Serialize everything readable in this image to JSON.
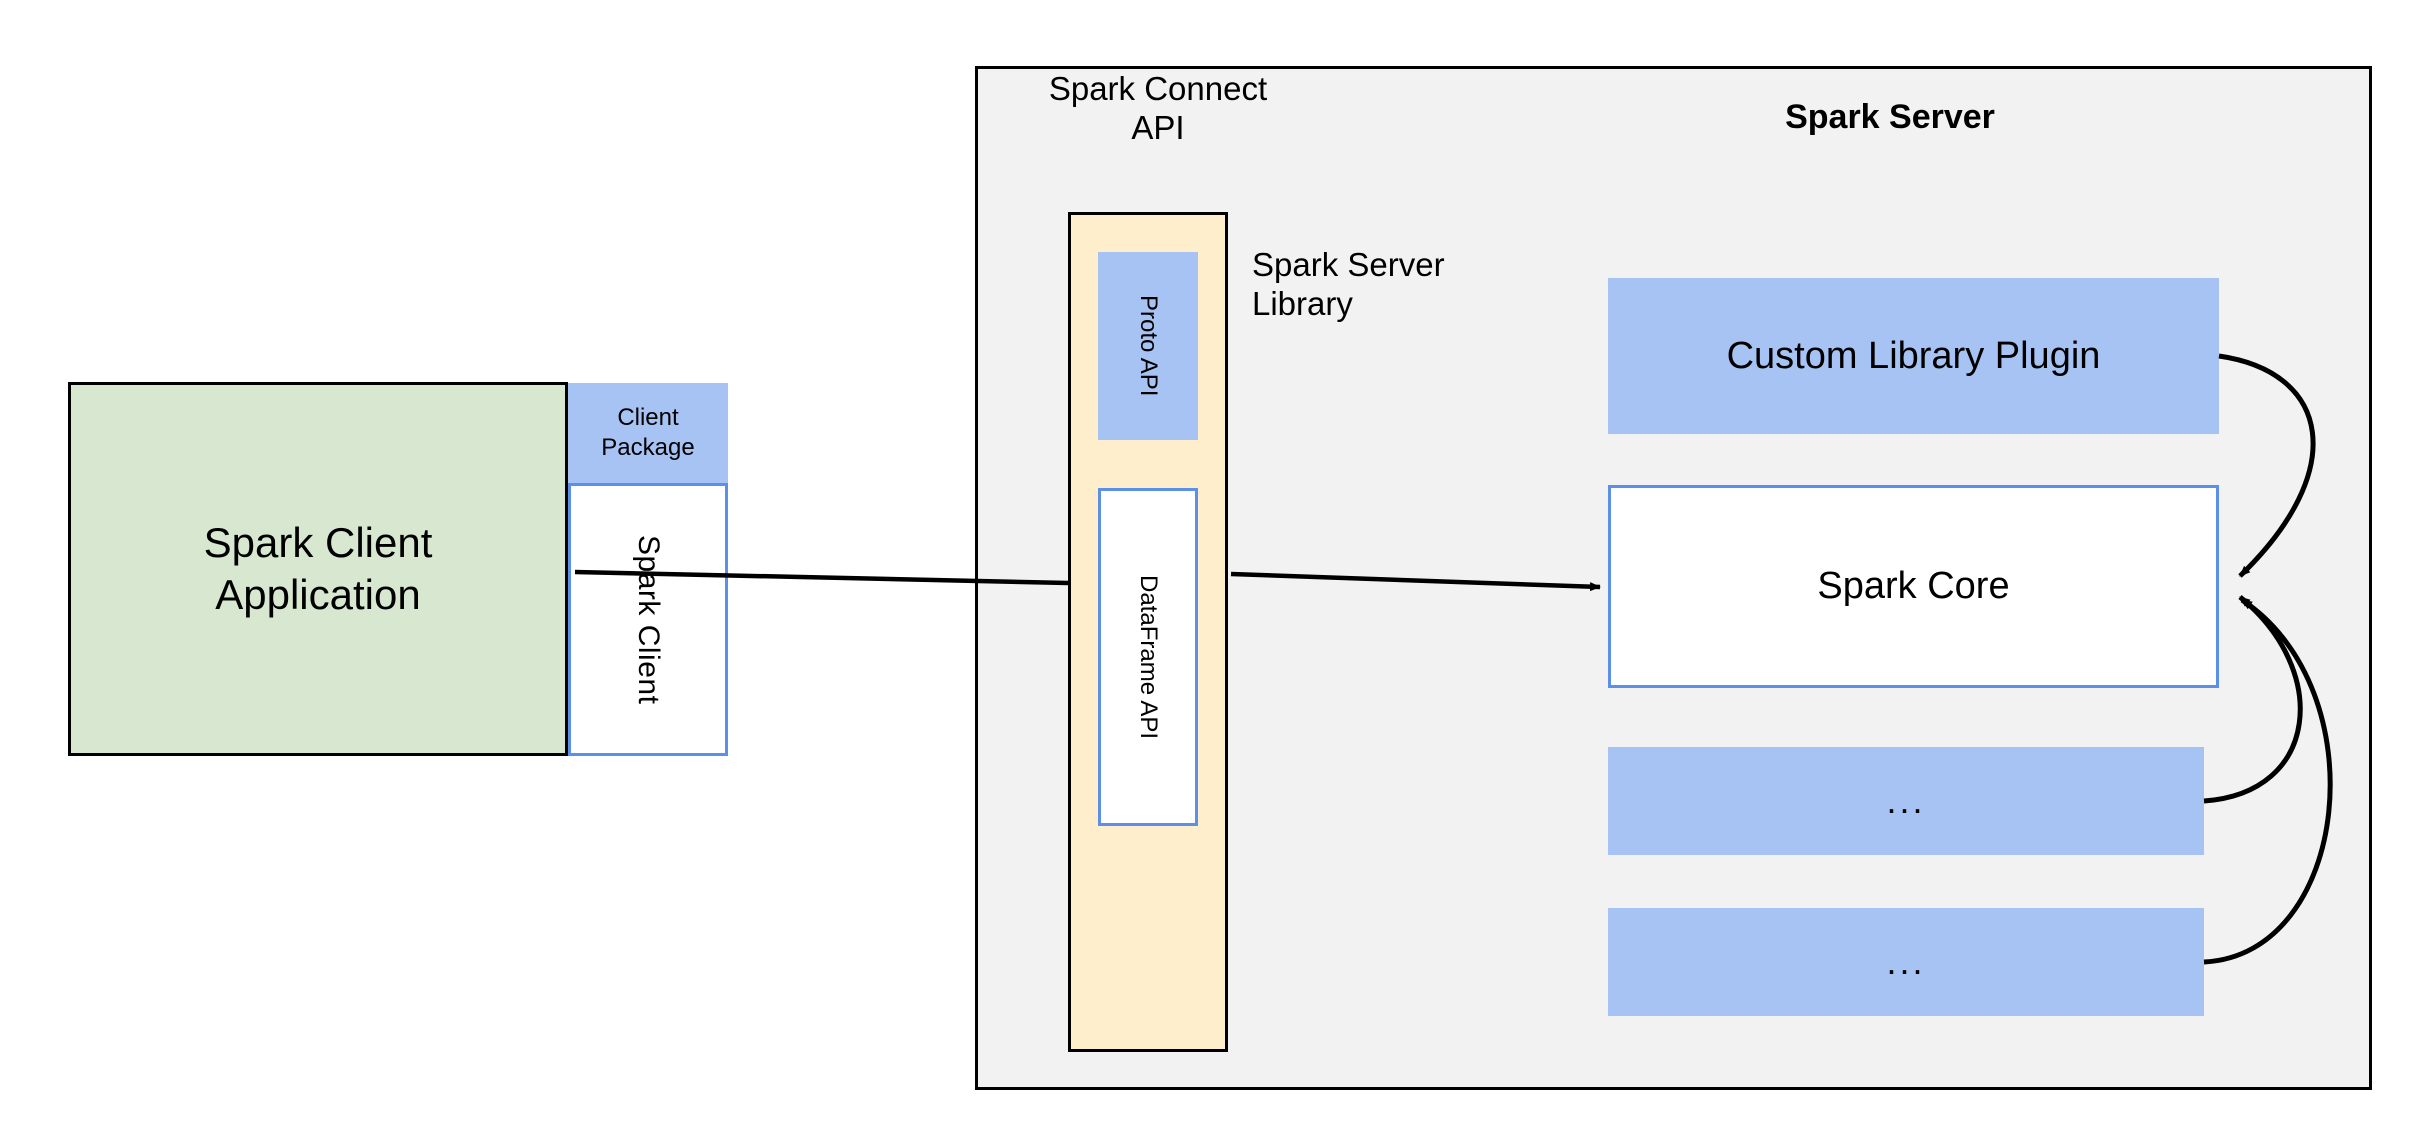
{
  "diagram": {
    "title": "Spark Connect architecture",
    "colors": {
      "green_fill": "#d8e8d0",
      "blue_fill": "#a6c3f3",
      "yellow_fill": "#ffeecc",
      "panel_fill": "#f2f2f2",
      "blue_border": "#5b8fe8",
      "black_border": "#000000",
      "white_fill": "#ffffff"
    },
    "client": {
      "application_label": "Spark Client\nApplication",
      "package_label": "Client\nPackage",
      "client_label": "Spark Client"
    },
    "server_panel": {
      "connect_api_label": "Spark Connect\nAPI",
      "title": "Spark Server",
      "server_library_label": "Spark Server\nLibrary",
      "column_items": [
        {
          "label": "Proto API"
        },
        {
          "label": "DataFrame API"
        }
      ],
      "components": [
        {
          "label": "Custom Library Plugin"
        },
        {
          "label": "Spark Core"
        },
        {
          "label": "..."
        },
        {
          "label": "..."
        }
      ]
    },
    "connections": [
      {
        "from": "Spark Client",
        "to": "Spark Connect API column",
        "style": "straight-line"
      },
      {
        "from": "Spark Connect API column",
        "to": "Spark Core",
        "style": "arrow"
      },
      {
        "from": "Custom Library Plugin",
        "to": "Spark Core",
        "style": "curved-arrow"
      },
      {
        "from": "...",
        "to": "Spark Core",
        "style": "curved-arrow"
      },
      {
        "from": "...",
        "to": "Spark Core",
        "style": "curved-arrow"
      }
    ]
  }
}
